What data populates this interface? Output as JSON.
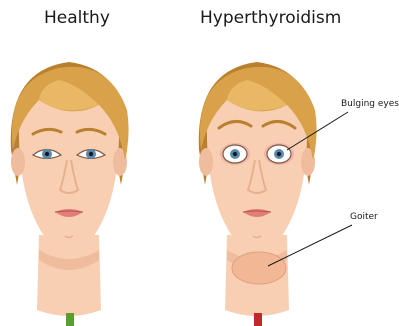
{
  "panels": {
    "healthy": {
      "title": "Healthy",
      "marker_color": "#5a9e2e"
    },
    "hyperthyroidism": {
      "title": "Hyperthyroidism",
      "marker_color": "#c0282a"
    }
  },
  "annotations": {
    "bulging_eyes": "Bulging eyes",
    "goiter": "Goiter"
  },
  "colors": {
    "skin": "#f8cfb2",
    "skin_shadow": "#e9b08f",
    "hair": "#d9a24a",
    "hair_dark": "#b9802e",
    "iris": "#5a8ab0",
    "lips": "#e07f78",
    "goiter": "#f2b896"
  }
}
